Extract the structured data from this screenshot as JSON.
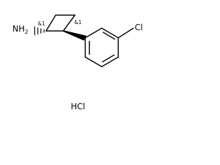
{
  "molecule": {
    "amine_label": "NH",
    "amine_subscript": "2",
    "chloro_label": "Cl",
    "stereo_label_1": "&1",
    "stereo_label_2": "&1",
    "salt_label": "HCl"
  }
}
